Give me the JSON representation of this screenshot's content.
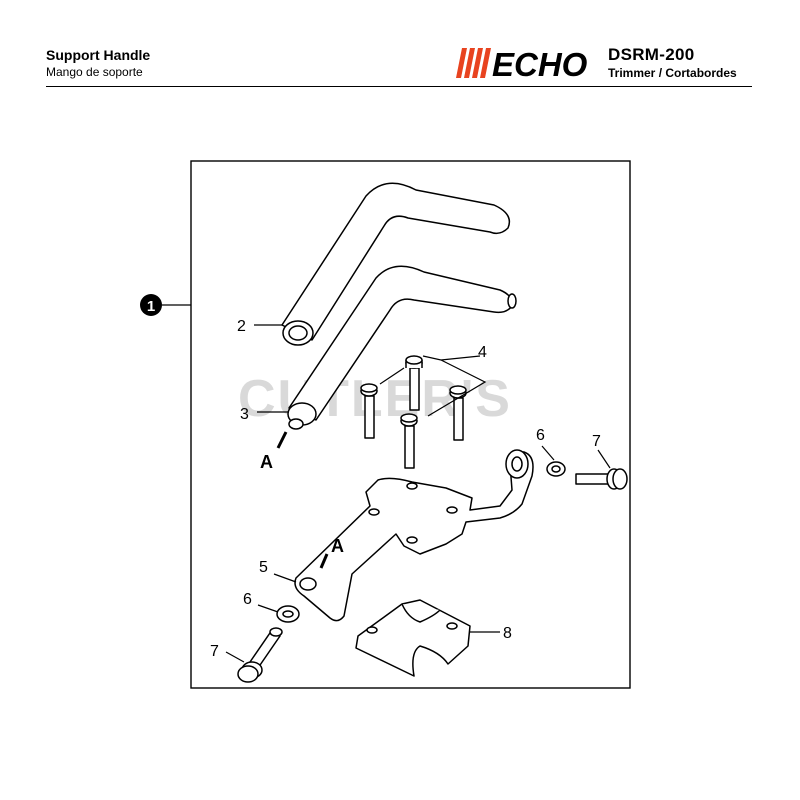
{
  "header": {
    "title_en": "Support Handle",
    "title_es": "Mango de soporte",
    "model": "DSRM-200",
    "subtitle": "Trimmer / Cortabordes",
    "logo_text": "ECHO",
    "brand_color": "#e8431f"
  },
  "watermark": "CUTLER'S",
  "callouts": {
    "assembly": "1",
    "p2": "2",
    "p3": "3",
    "p4": "4",
    "p5": "5",
    "p6_right": "6",
    "p6_left": "6",
    "p7_right": "7",
    "p7_left": "7",
    "p8": "8",
    "ref_a_top": "A",
    "ref_a_mid": "A"
  }
}
